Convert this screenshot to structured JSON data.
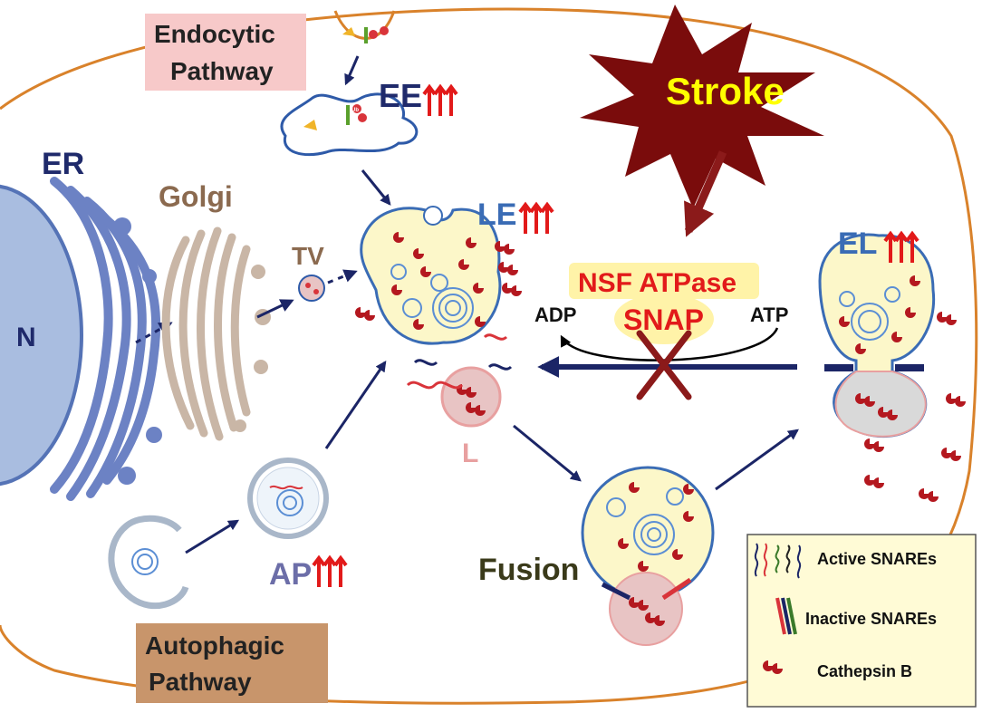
{
  "labels": {
    "endocytic_pathway_line1": "Endocytic",
    "endocytic_pathway_line2": "Pathway",
    "autophagic_pathway_line1": "Autophagic",
    "autophagic_pathway_line2": "Pathway",
    "stroke": "Stroke",
    "er": "ER",
    "nucleus": "N",
    "golgi": "Golgi",
    "tv": "TV",
    "ee": "EE",
    "le": "LE",
    "el": "EL",
    "l": "L",
    "ap": "AP",
    "fusion": "Fusion",
    "nsf_atpase": "NSF ATPase",
    "snap": "SNAP",
    "adp": "ADP",
    "atp": "ATP",
    "ub": "Ub"
  },
  "legend": {
    "active_snares": "Active SNAREs",
    "inactive_snares": "Inactive SNAREs",
    "cathepsin_b": "Cathepsin B"
  },
  "colors": {
    "cell_membrane": "#d9822b",
    "er": "#6c82c4",
    "er_label": "#1f2a6b",
    "golgi": "#c9b6a6",
    "golgi_label": "#8b6a4f",
    "vesicle_fill": "#fcf7c9",
    "vesicle_stroke": "#3a6cb5",
    "lysosome_fill": "#e8c4c4",
    "cathepsin": "#b4181f",
    "arrow": "#1b2566",
    "stroke_star": "#7a0c0c",
    "stroke_text": "#ffff00",
    "nsf_fill": "#fff3a8",
    "nsf_text": "#e21a1a",
    "up_arrows": "#e21a1a",
    "endocytic_box": "#f7c9c9",
    "autophagic_box": "#c8956b",
    "legend_box": "#fffbd6",
    "inhibit_x": "#8b1a1a"
  }
}
